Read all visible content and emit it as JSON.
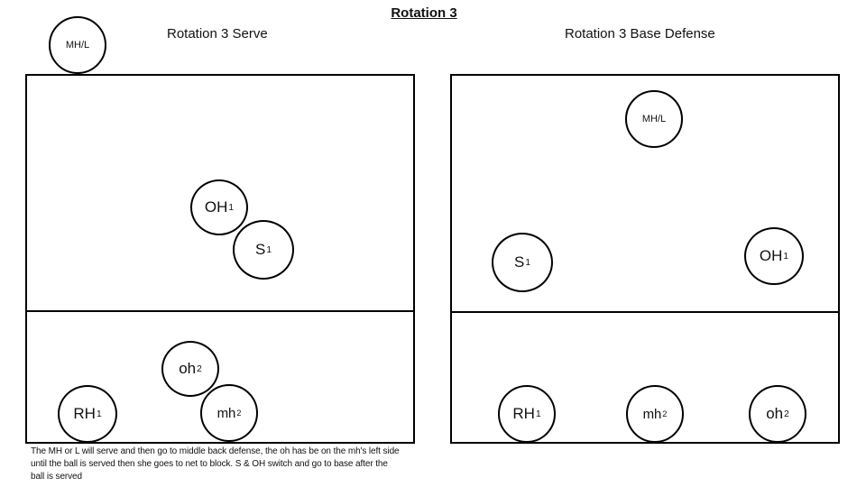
{
  "title": "Rotation 3",
  "serve": {
    "heading": "Rotation 3 Serve",
    "players": {
      "mhl": {
        "base": "MH/L",
        "num": ""
      },
      "oh1": {
        "base": "OH",
        "num": "1"
      },
      "s1": {
        "base": "S",
        "num": "1"
      },
      "oh2": {
        "base": "oh",
        "num": "2"
      },
      "rh1": {
        "base": "RH",
        "num": "1"
      },
      "mh2": {
        "base": "mh",
        "num": "2"
      }
    }
  },
  "defense": {
    "heading": "Rotation 3 Base Defense",
    "players": {
      "mhl": {
        "base": "MH/L",
        "num": ""
      },
      "s1": {
        "base": "S",
        "num": "1"
      },
      "oh1": {
        "base": "OH",
        "num": "1"
      },
      "rh1": {
        "base": "RH",
        "num": "1"
      },
      "mh2": {
        "base": "mh",
        "num": "2"
      },
      "oh2": {
        "base": "oh",
        "num": "2"
      }
    }
  },
  "note": "The MH or L will serve and then go to middle back defense, the oh has be on the mh's left side until the ball is served then she goes to net to block. S & OH switch and go to base after the ball is served"
}
